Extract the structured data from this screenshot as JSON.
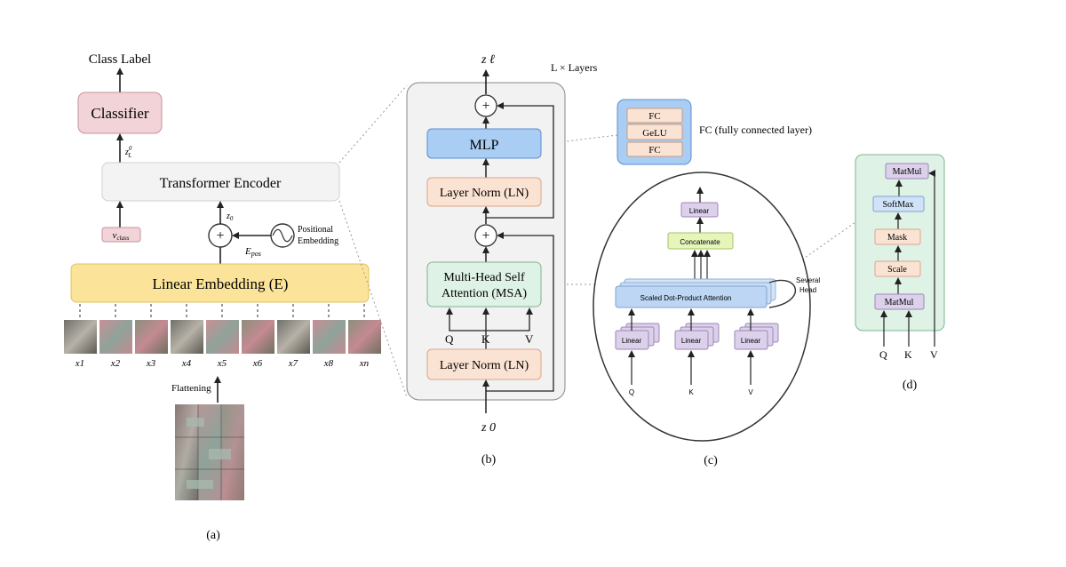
{
  "panel_a": {
    "class_label": "Class Label",
    "classifier": "Classifier",
    "z_l0": "z",
    "z_l0_sub": "L",
    "z_l0_sup": "0",
    "transformer_encoder": "Transformer Encoder",
    "v_class": "v",
    "v_class_sub": "class",
    "z0": "z",
    "z0_sub": "0",
    "plus": "+",
    "e_pos": "E",
    "e_pos_sub": "pos",
    "positional_embedding_line1": "Positional",
    "positional_embedding_line2": "Embedding",
    "linear_embedding": "Linear Embedding (E)",
    "patch_labels": [
      "x1",
      "x2",
      "x3",
      "x4",
      "x5",
      "x6",
      "x7",
      "x8",
      "xn"
    ],
    "flattening": "Flattening",
    "caption": "(a)"
  },
  "panel_b": {
    "z_l": "z ℓ",
    "layers": "L × Layers",
    "mlp": "MLP",
    "layer_norm_top": "Layer Norm (LN)",
    "msa_line1": "Multi-Head Self",
    "msa_line2": "Attention (MSA)",
    "q": "Q",
    "k": "K",
    "v": "V",
    "layer_norm_bottom": "Layer Norm (LN)",
    "z0": "z 0",
    "caption": "(b)",
    "plus": "+"
  },
  "fc_block": {
    "items": [
      "FC",
      "GeLU",
      "FC"
    ],
    "description": "FC (fully connected layer)"
  },
  "panel_c": {
    "linear_top": "Linear",
    "concatenate": "Concatenate",
    "sdpa": "Scaled Dot-Product Attention",
    "several_head_line1": "Several",
    "several_head_line2": "Head",
    "linear": "Linear",
    "q": "Q",
    "k": "K",
    "v": "V",
    "caption": "(c)"
  },
  "panel_d": {
    "matmul_top": "MatMul",
    "softmax": "SoftMax",
    "mask": "Mask",
    "scale": "Scale",
    "matmul_bottom": "MatMul",
    "q": "Q",
    "k": "K",
    "v": "V",
    "caption": "(d)"
  },
  "colors": {
    "classifier": "#f2d4d8",
    "linear_embedding": "#fbe49a",
    "mlp": "#a9cdf3",
    "layer_norm": "#fbe3d4",
    "msa": "#dff2e6",
    "linear": "#dcd0ea",
    "concatenate": "#e6f5b9",
    "sdpa": "#bcd6f3"
  }
}
